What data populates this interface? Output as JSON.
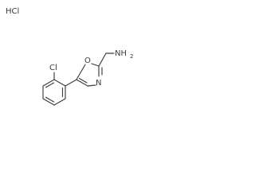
{
  "salt": "HCl",
  "atoms": {
    "chlorine": "Cl",
    "ring_oxygen": "O",
    "ring_nitrogen": "N",
    "amine_n": "NH",
    "amine_sub": "2"
  },
  "colors": {
    "bond": "#3c3c3c",
    "label": "#3c3c3c",
    "background": "#ffffff"
  }
}
